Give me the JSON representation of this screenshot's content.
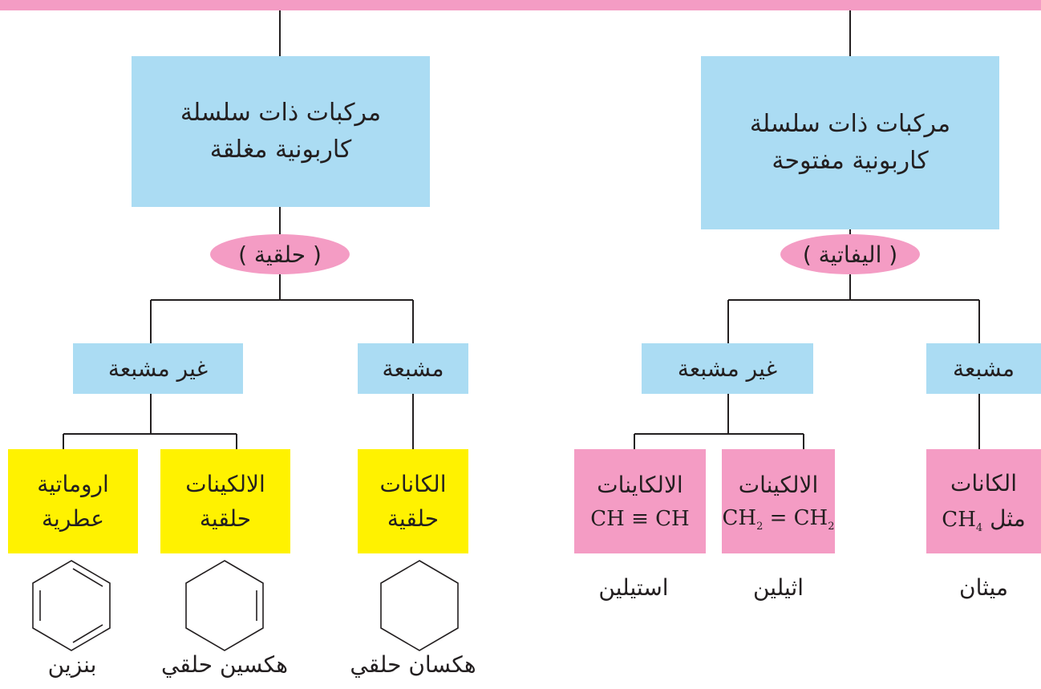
{
  "colors": {
    "top_bar": "#f49cc4",
    "blue_box": "#abdcf3",
    "pink_box": "#f49cc4",
    "yellow_box": "#fff200",
    "line": "#231f20"
  },
  "open_chain": {
    "title_line1": "مركبات ذات سلسلة",
    "title_line2": "كاربونية مفتوحة",
    "type_label": "( اليفاتية )",
    "saturated": {
      "label": "مشبعة",
      "class_name": "الكانات",
      "example_prefix": "مثل",
      "formula": "CH",
      "formula_sub": "4",
      "example_name": "ميثان"
    },
    "unsaturated": {
      "label": "غير مشبعة",
      "alkenes": {
        "class_name": "الالكينات",
        "formula_a": "CH",
        "sub_a": "2",
        "formula_mid": " = CH",
        "sub_b": "2",
        "example_name": "اثيلين"
      },
      "alkynes": {
        "class_name": "الالكاينات",
        "formula": "CH ≡ CH",
        "example_name": "استيلين"
      }
    }
  },
  "closed_chain": {
    "title_line1": "مركبات ذات سلسلة",
    "title_line2": "كاربونية مغلقة",
    "type_label": "( حلقية )",
    "saturated": {
      "label": "مشبعة",
      "class_line1": "الكانات",
      "class_line2": "حلقية",
      "example_name": "هكسان حلقي",
      "structure_icon": "cyclohexane-icon"
    },
    "unsaturated": {
      "label": "غير مشبعة",
      "alkenes": {
        "class_line1": "الالكينات",
        "class_line2": "حلقية",
        "example_name": "هكسين حلقي",
        "structure_icon": "cyclohexene-icon"
      },
      "aromatic": {
        "class_line1": "اروماتية",
        "class_line2": "عطرية",
        "example_name": "بنزين",
        "structure_icon": "benzene-icon"
      }
    }
  }
}
